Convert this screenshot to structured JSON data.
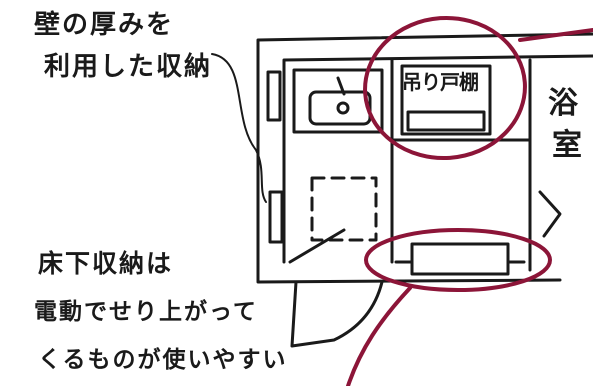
{
  "annotations": {
    "wall_storage_line1": "壁の厚みを",
    "wall_storage_line2": "利用した収納",
    "underfloor_line1": "床下収納は",
    "underfloor_line2": "電動でせり上がって",
    "underfloor_line3": "くるものが使いやすい"
  },
  "rooms": {
    "built_in_shelf": "吊り戸棚",
    "bath_char1": "浴",
    "bath_char2": "室"
  },
  "colors": {
    "ink": "#1a1a1a",
    "highlight": "#8c1538",
    "background": "#ffffff"
  }
}
